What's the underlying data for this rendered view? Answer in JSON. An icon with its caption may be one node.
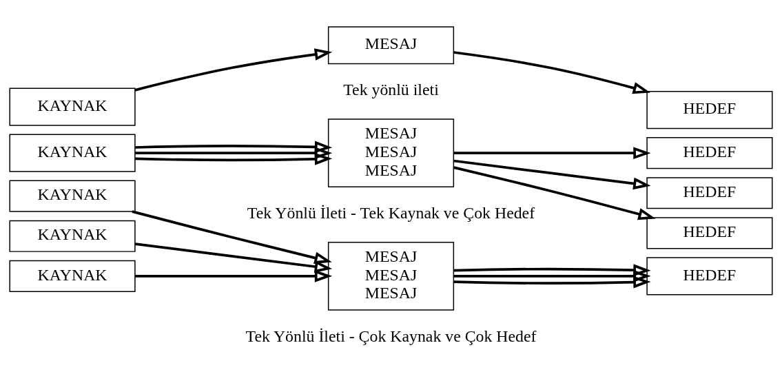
{
  "diagram": {
    "nodes": [
      {
        "text": [
          "KAYNAK"
        ]
      },
      {
        "text": [
          "MESAJ"
        ]
      },
      {
        "text": [
          "HEDEF"
        ]
      },
      {
        "text": [
          "KAYNAK"
        ]
      },
      {
        "text": [
          "MESAJ",
          "MESAJ",
          "MESAJ"
        ]
      },
      {
        "text": [
          "HEDEF"
        ]
      },
      {
        "text": [
          "HEDEF"
        ]
      },
      {
        "text": [
          "HEDEF"
        ]
      },
      {
        "text": [
          "KAYNAK"
        ]
      },
      {
        "text": [
          "KAYNAK"
        ]
      },
      {
        "text": [
          "KAYNAK"
        ]
      },
      {
        "text": [
          "MESAJ",
          "MESAJ",
          "MESAJ"
        ]
      },
      {
        "text": [
          "HEDEF"
        ]
      }
    ],
    "edges": [
      {
        "from": 0,
        "to": 1,
        "arrow": "to"
      },
      {
        "from": 1,
        "to": 2,
        "arrow": "to"
      },
      {
        "from": 3,
        "to": 4,
        "arrow": "to"
      },
      {
        "from": 3,
        "to": 4,
        "arrow": "to"
      },
      {
        "from": 3,
        "to": 4,
        "arrow": "to"
      },
      {
        "from": 4,
        "to": 5,
        "arrow": "to"
      },
      {
        "from": 4,
        "to": 6,
        "arrow": "to"
      },
      {
        "from": 4,
        "to": 7,
        "arrow": "to"
      },
      {
        "from": 8,
        "to": 11,
        "arrow": "to"
      },
      {
        "from": 9,
        "to": 11,
        "arrow": "to"
      },
      {
        "from": 10,
        "to": 11,
        "arrow": "to"
      },
      {
        "from": 11,
        "to": 12,
        "arrow": "to"
      },
      {
        "from": 11,
        "to": 12,
        "arrow": "to"
      },
      {
        "from": 11,
        "to": 12,
        "arrow": "to"
      }
    ],
    "labels": [
      "Tek yönlü ileti",
      "Tek Yönlü İleti - Tek Kaynak ve Çok Hedef",
      "Tek Yönlü İleti - Çok Kaynak ve Çok Hedef"
    ]
  }
}
